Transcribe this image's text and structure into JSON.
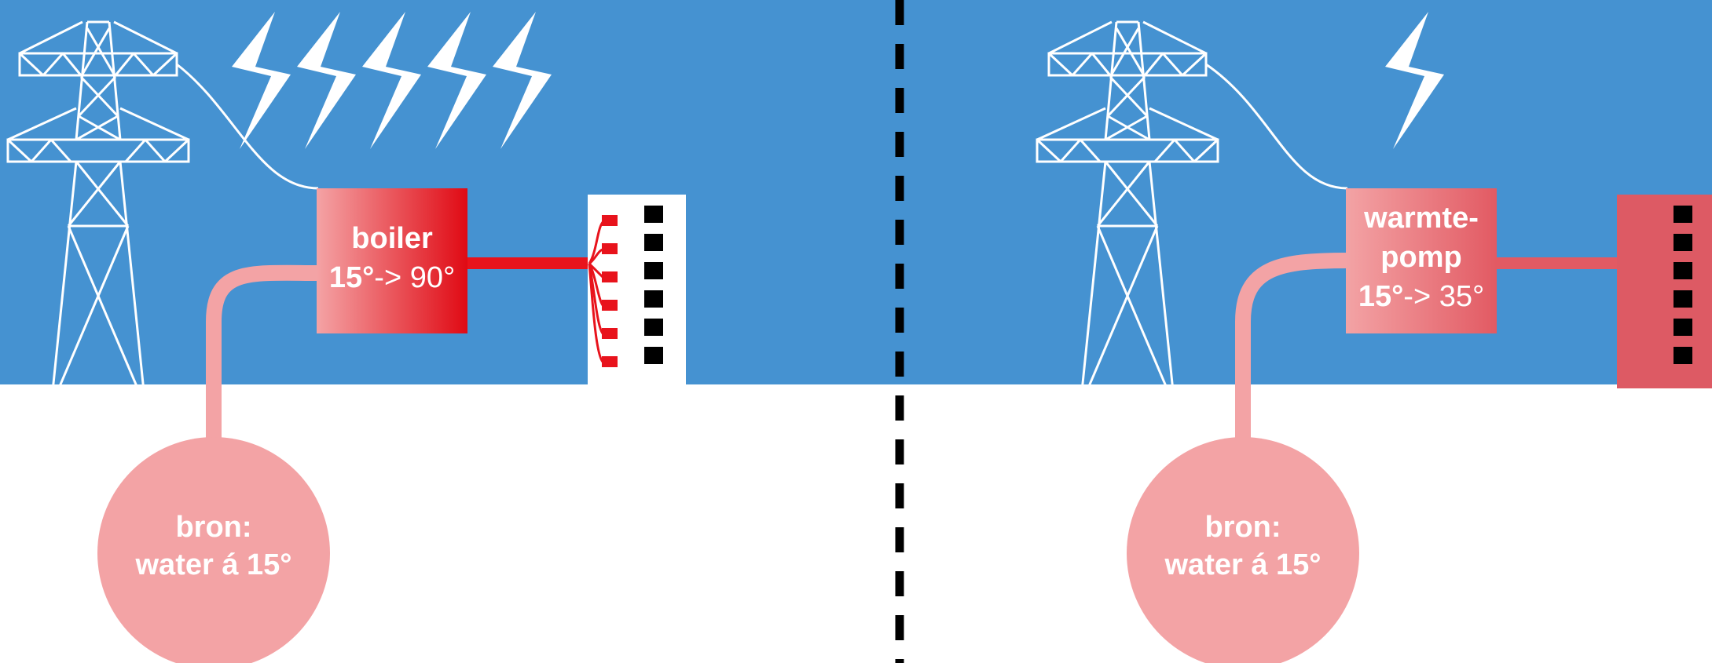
{
  "colors": {
    "sky": "#4592d1",
    "ground": "#ffffff",
    "pylon": "#ffffff",
    "source": "#f3a3a5",
    "pipe": "#f3a3a5",
    "boiler_hot": "#e00a14",
    "boiler_cold": "#f4a3a5",
    "heatpump": "#e25a63",
    "radiator_right": "#dd5a64",
    "radiator_left": "#ffffff",
    "divider": "#000000"
  },
  "left": {
    "lightning_count": 5,
    "device": {
      "line1": "boiler",
      "line2_bold": "15°",
      "line2_rest": "-> 90°"
    },
    "source": {
      "line1": "bron:",
      "line2": "water á 15°"
    }
  },
  "right": {
    "lightning_count": 1,
    "device": {
      "line1": "warmte-",
      "line2": "pomp",
      "line3_bold": "15°",
      "line3_rest": "-> 35°"
    },
    "source": {
      "line1": "bron:",
      "line2": "water á 15°"
    }
  }
}
